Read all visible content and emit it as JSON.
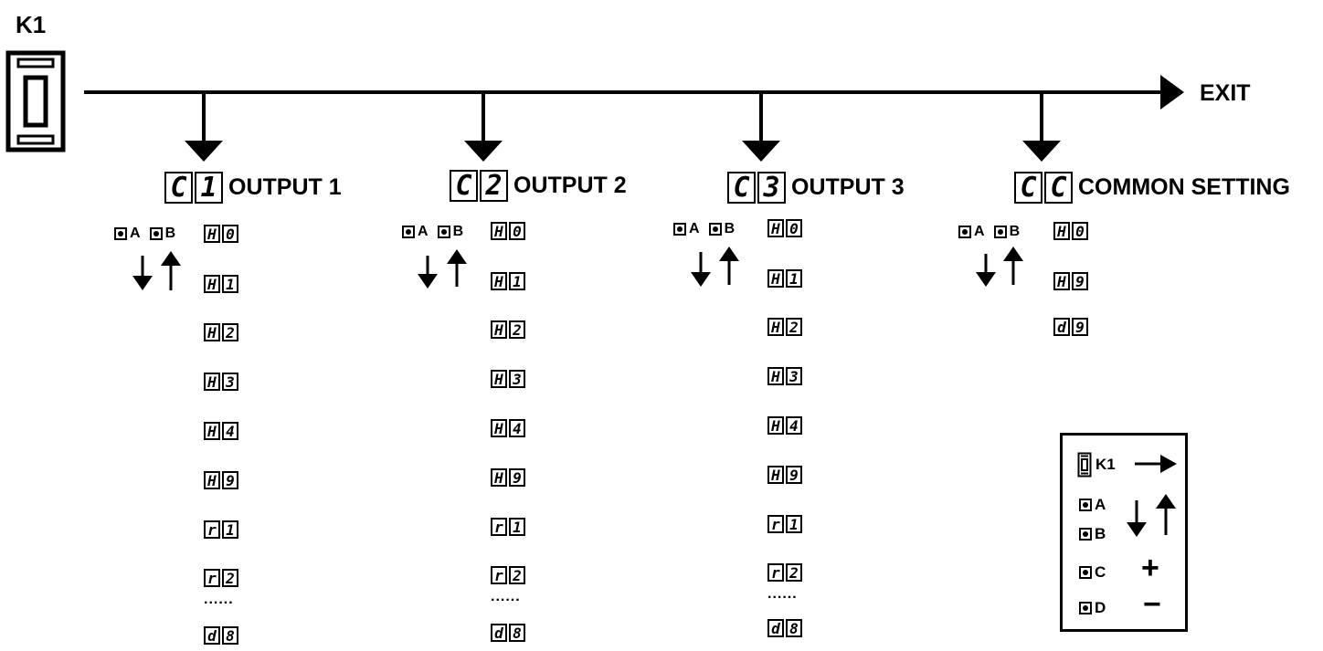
{
  "k1": {
    "label": "K1"
  },
  "exit": {
    "label": "EXIT"
  },
  "columns": [
    {
      "code": [
        "C",
        "1"
      ],
      "title": "OUTPUT 1",
      "btn_a": "A",
      "btn_b": "B",
      "items": [
        [
          "H",
          "0"
        ],
        [
          "H",
          "1"
        ],
        [
          "H",
          "2"
        ],
        [
          "H",
          "3"
        ],
        [
          "H",
          "4"
        ],
        [
          "H",
          "9"
        ],
        [
          "r",
          "1"
        ],
        [
          "r",
          "2"
        ]
      ],
      "ellipsis": "......",
      "last": [
        "d",
        "8"
      ]
    },
    {
      "code": [
        "C",
        "2"
      ],
      "title": "OUTPUT 2",
      "btn_a": "A",
      "btn_b": "B",
      "items": [
        [
          "H",
          "0"
        ],
        [
          "H",
          "1"
        ],
        [
          "H",
          "2"
        ],
        [
          "H",
          "3"
        ],
        [
          "H",
          "4"
        ],
        [
          "H",
          "9"
        ],
        [
          "r",
          "1"
        ],
        [
          "r",
          "2"
        ]
      ],
      "ellipsis": "......",
      "last": [
        "d",
        "8"
      ]
    },
    {
      "code": [
        "C",
        "3"
      ],
      "title": "OUTPUT 3",
      "btn_a": "A",
      "btn_b": "B",
      "items": [
        [
          "H",
          "0"
        ],
        [
          "H",
          "1"
        ],
        [
          "H",
          "2"
        ],
        [
          "H",
          "3"
        ],
        [
          "H",
          "4"
        ],
        [
          "H",
          "9"
        ],
        [
          "r",
          "1"
        ],
        [
          "r",
          "2"
        ]
      ],
      "ellipsis": "......",
      "last": [
        "d",
        "8"
      ]
    },
    {
      "code": [
        "C",
        "C"
      ],
      "title": "COMMON SETTING",
      "btn_a": "A",
      "btn_b": "B",
      "items": [
        [
          "H",
          "0"
        ],
        [
          "H",
          "9"
        ],
        [
          "d",
          "9"
        ]
      ]
    }
  ],
  "legend": {
    "k1": "K1",
    "a": "A",
    "b": "B",
    "c": "C",
    "d": "D",
    "plus": "+",
    "minus": "−"
  }
}
